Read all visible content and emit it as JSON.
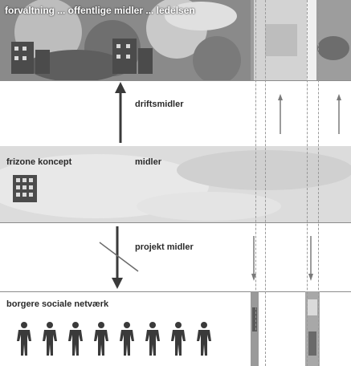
{
  "top": {
    "title": "forvaltning ... offentlige midler ... ledelsen"
  },
  "middle_arrow_up": {
    "label": "driftsmidler"
  },
  "freezone": {
    "title": "frizone koncept",
    "extra_label": "midler"
  },
  "middle_arrow_down": {
    "label": "projekt midler"
  },
  "bottom": {
    "title": "borgere  sociale netværk",
    "person_count": 8
  },
  "colors": {
    "band": "#d8d8d8",
    "dark": "#3a3a3a",
    "line": "#8c8c8c"
  }
}
